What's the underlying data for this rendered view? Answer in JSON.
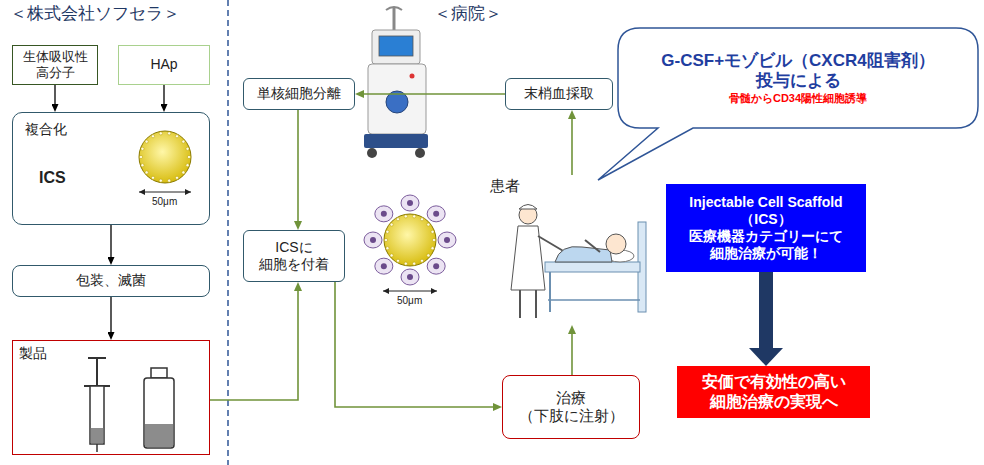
{
  "diagram": {
    "nodes": [
      {
        "text": [
          "生体吸収性 高分子"
        ]
      },
      {
        "text": [
          "HAp"
        ]
      },
      {
        "text": [
          "複合化",
          "ICS"
        ]
      },
      {
        "text": [
          "包装、滅菌"
        ]
      },
      {
        "text": [
          "製品"
        ]
      },
      {
        "text": [
          "単核細胞分離"
        ]
      },
      {
        "text": [
          "末梢血採取"
        ]
      },
      {
        "text": [
          "G-CSF+モゾビル（CXCR4阻害剤） 投与による",
          "骨髄からCD34陽性細胞誘導"
        ]
      },
      {
        "text": [
          "患者"
        ]
      },
      {
        "text": [
          "ICSに 細胞を付着"
        ]
      },
      {
        "text": [
          "Injectable Cell Scaffold（ICS） 医療機器カテゴリーにて 細胞治療が可能！"
        ]
      },
      {
        "text": [
          "治療 （下肢に注射）"
        ]
      },
      {
        "text": [
          "安価で有効性の高い 細胞治療の実現へ"
        ]
      }
    ],
    "edges": [
      {
        "from": 0,
        "to": 2,
        "arrow": "to"
      },
      {
        "from": 1,
        "to": 2,
        "arrow": "to"
      },
      {
        "from": 2,
        "to": 3,
        "arrow": "to"
      },
      {
        "from": 3,
        "to": 4,
        "arrow": "to"
      },
      {
        "from": 4,
        "to": 9,
        "arrow": "to"
      },
      {
        "from": 6,
        "to": 5,
        "arrow": "to"
      },
      {
        "from": 5,
        "to": 9,
        "arrow": "to"
      },
      {
        "from": 8,
        "to": 6,
        "arrow": "to"
      },
      {
        "from": 9,
        "to": 11,
        "arrow": "to"
      },
      {
        "from": 11,
        "to": 8,
        "arrow": "to"
      },
      {
        "from": 10,
        "to": 12,
        "arrow": "to"
      }
    ],
    "labels": [
      "＜株式会社ソフセラ＞",
      "＜病院＞",
      "50μm",
      "50μm"
    ]
  }
}
